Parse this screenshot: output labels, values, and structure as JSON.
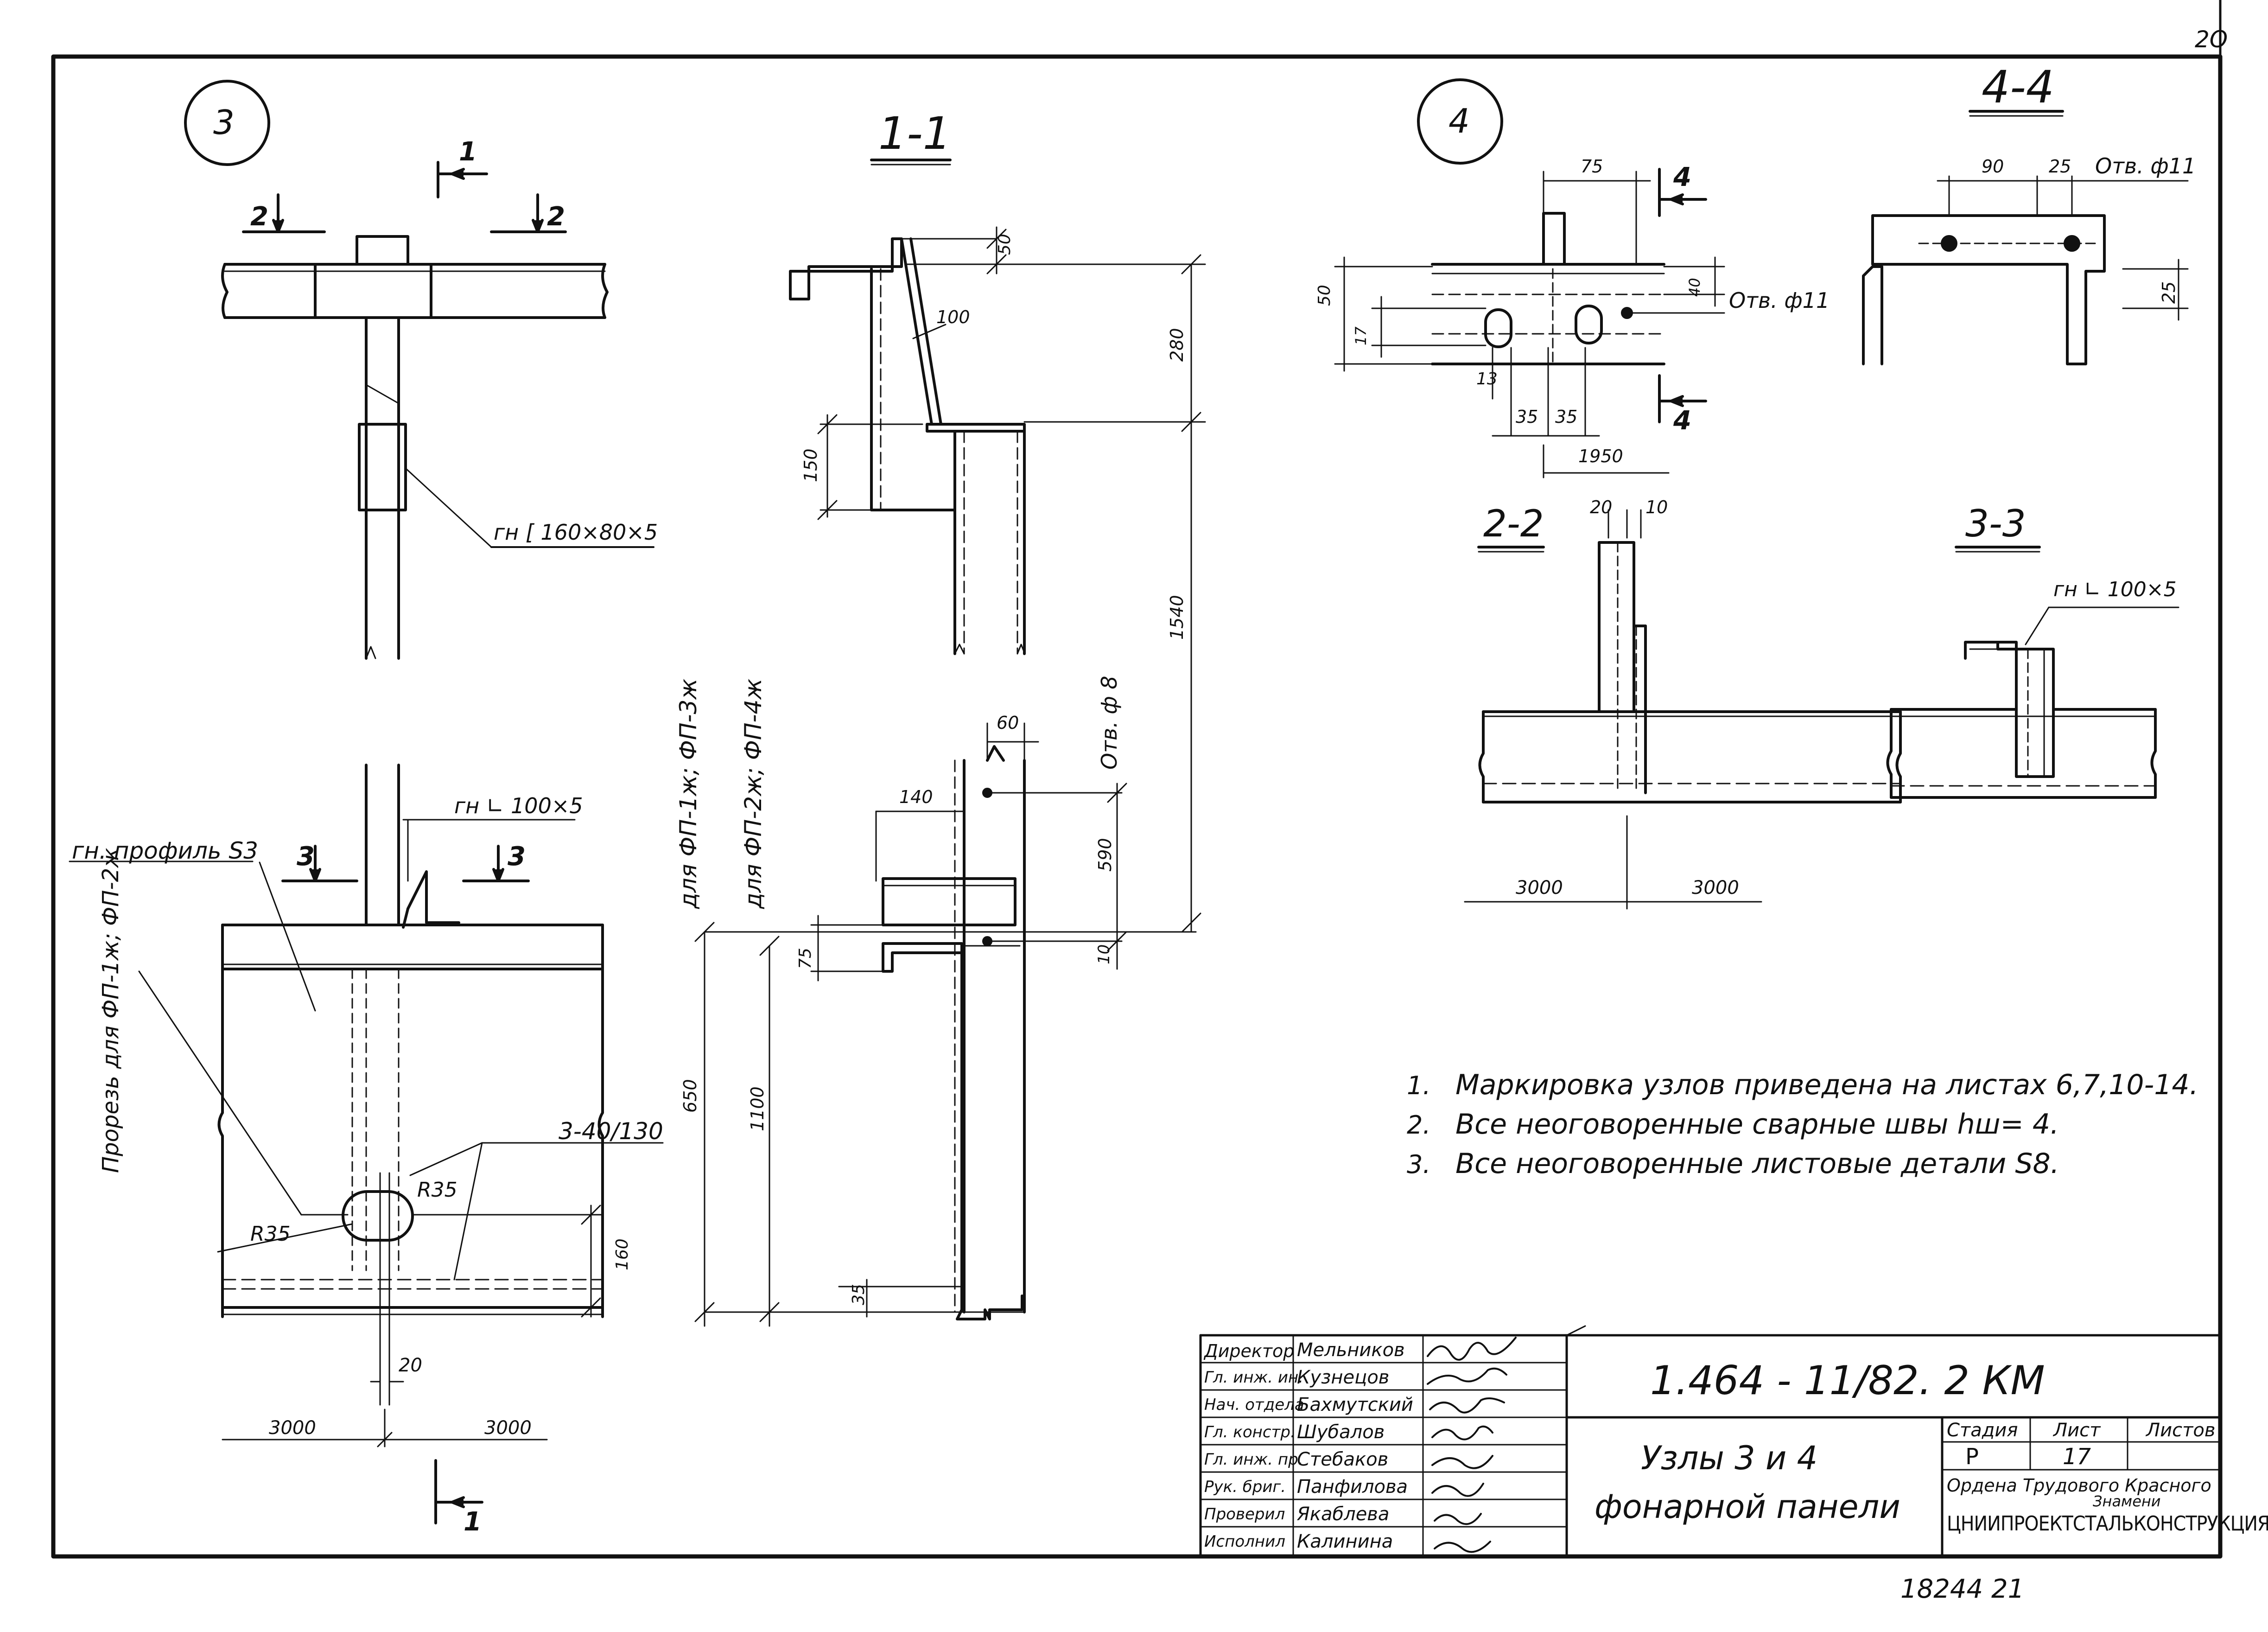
{
  "sheet_corner": "2О",
  "stamp_number": "18244 21",
  "node3": {
    "marker": "3",
    "cut_1": "1",
    "cut_2_left": "2",
    "cut_2_right": "2",
    "channel_label": "гн [ 160×80×5",
    "profile_label": "гн. профиль S3",
    "cut_3_left": "3",
    "cut_3_right": "3",
    "angle_label": "гн ∟ 100×5",
    "slot_label": "Прорезь для ФП-1ж; ФП-2ж",
    "holes_label": "3-40/130",
    "r_left": "R35",
    "r_right": "R35",
    "dim_160": "160",
    "dim_20": "20",
    "dim_3000_left": "3000",
    "dim_3000_right": "3000",
    "cut_1_bottom": "1"
  },
  "section_1_1": {
    "title": "1-1",
    "dim_50_top": "50",
    "dim_100": "100",
    "dim_280": "280",
    "dim_150": "150",
    "dim_1540": "1540",
    "dim_60": "60",
    "hole_label": "Отв. ф 8",
    "dim_140": "140",
    "dim_590": "590",
    "dim_75": "75",
    "dim_10": "10",
    "dim_650": "650",
    "dim_1100": "1100",
    "dim_35": "35",
    "label_fp13": "для ФП-1ж; ФП-3ж",
    "label_fp24": "для ФП-2ж; ФП-4ж"
  },
  "node4": {
    "marker": "4",
    "dim_75": "75",
    "cut_4_top": "4",
    "dim_50": "50",
    "dim_17": "17",
    "dim_40": "40",
    "hole_label": "Отв. ф11",
    "dim_13": "13",
    "dim_35a": "35",
    "dim_35b": "35",
    "cut_4_bottom": "4",
    "dim_1950": "1950"
  },
  "section_4_4": {
    "title": "4-4",
    "dim_90": "90",
    "dim_25_top": "25",
    "hole_label": "Отв. ф11",
    "dim_25_right": "25"
  },
  "section_2_2": {
    "title": "2-2",
    "dim_20": "20",
    "dim_10": "10",
    "dim_3000_left": "3000",
    "dim_3000_right": "3000"
  },
  "section_3_3": {
    "title": "3-3",
    "angle_label": "гн ∟ 100×5"
  },
  "notes": [
    {
      "num": "1.",
      "text": "Маркировка  узлов  приведена  на  листах  6,7,10-14."
    },
    {
      "num": "2.",
      "text": "Все   неоговоренные   сварные  швы  hш= 4."
    },
    {
      "num": "3.",
      "text": "Все  неоговоренные   листовые   детали   S8."
    }
  ],
  "title_block": {
    "doc_code": "1.464 - 11/82. 2  КМ",
    "title_line1": "Узлы  3 и 4",
    "title_line2": "фонарной  панели",
    "stage_header": "Стадия",
    "sheet_header": "Лист",
    "sheets_header": "Листов",
    "stage": "Р",
    "sheet": "17",
    "org_line1": "Ордена  Трудового  Красного",
    "org_line2": "Знамени",
    "org_line3": "ЦНИИПРОЕКТСТАЛЬКОНСТРУКЦИЯ",
    "roles": [
      {
        "role": "Директор",
        "name": "Мельников"
      },
      {
        "role": "Гл. инж. ин.",
        "name": "Кузнецов"
      },
      {
        "role": "Нач. отдела",
        "name": "Бахмутский"
      },
      {
        "role": "Гл. констр.",
        "name": "Шубалов"
      },
      {
        "role": "Гл. инж. пр.",
        "name": "Стебаков"
      },
      {
        "role": "Рук. бриг.",
        "name": "Панфилова"
      },
      {
        "role": "Проверил",
        "name": "Якаблева"
      },
      {
        "role": "Исполнил",
        "name": "Калинина"
      }
    ]
  }
}
